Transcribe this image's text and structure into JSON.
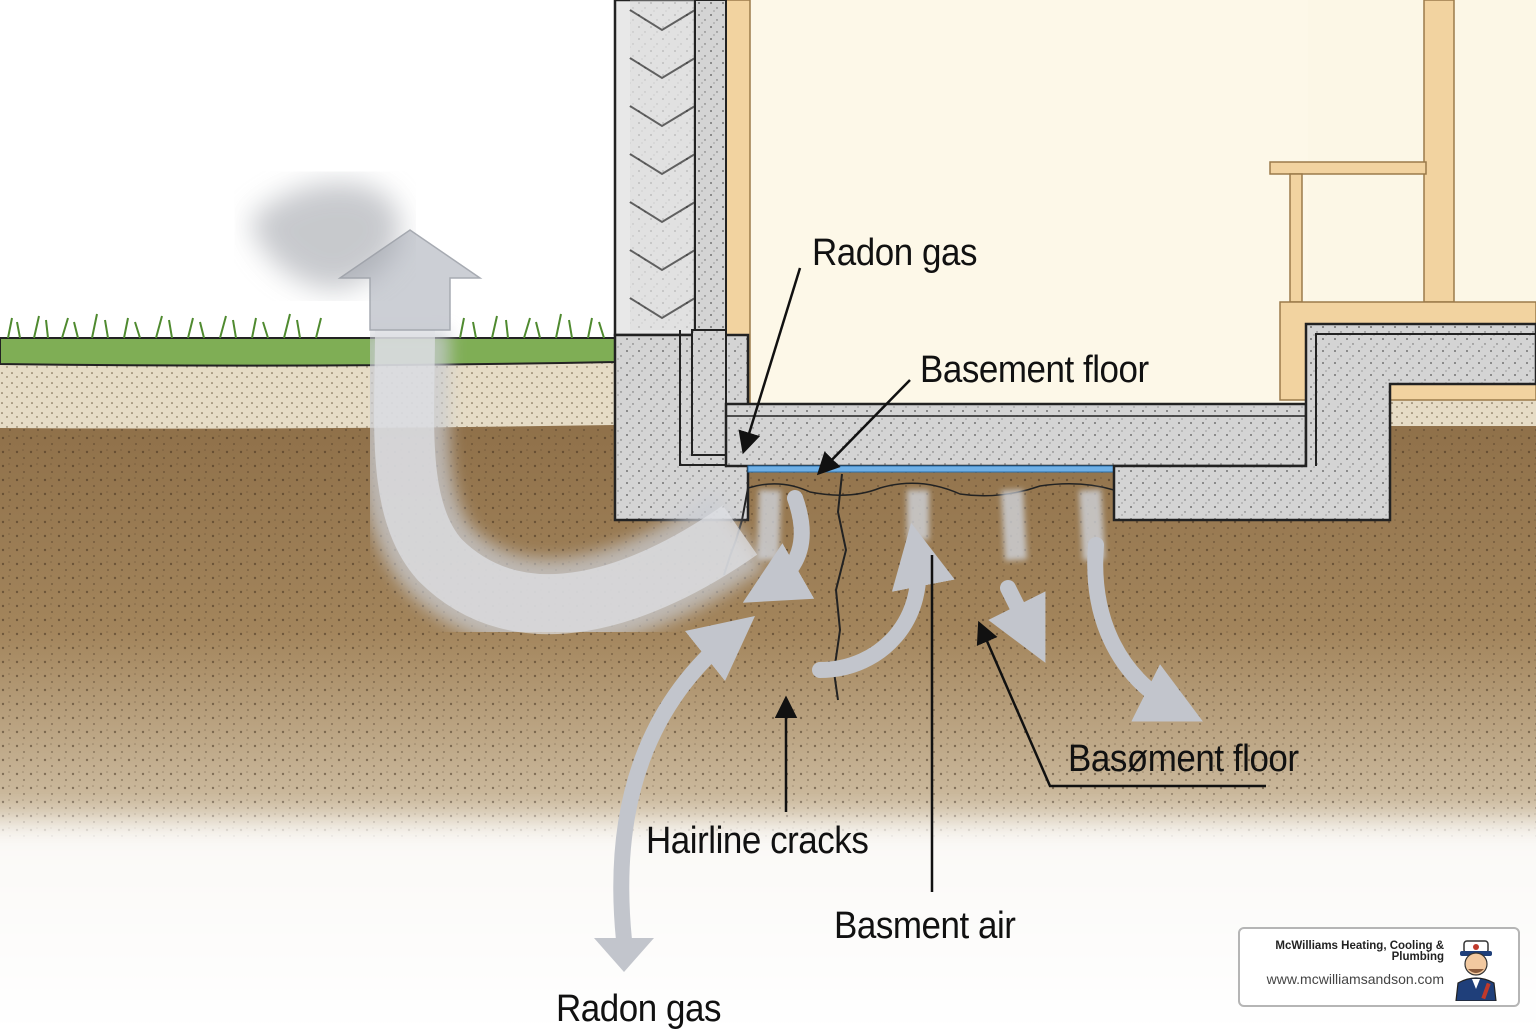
{
  "labels": {
    "radon_gas_top": "Radon gas",
    "basement_floor_top": "Basement floor",
    "basement_floor_right": "Basøment floor",
    "hairline_cracks": "Hairline cracks",
    "basement_air": "Basment air",
    "radon_gas_bottom": "Radon gas"
  },
  "brand": {
    "name": "McWilliams Heating, Cooling & Plumbing",
    "url": "www.mcwilliamsandson.com",
    "avatar_icon": "plumber-mascot-icon"
  },
  "colors": {
    "grass": "#7fae55",
    "topsoil": "#e3d8c0",
    "soil": "#9a7b52",
    "concrete": "#d2d2d2",
    "interior": "#fdf8e8",
    "wood": "#f2d3a0",
    "gas": "#b8bcc6",
    "vapor_barrier": "#6fb0e6"
  }
}
